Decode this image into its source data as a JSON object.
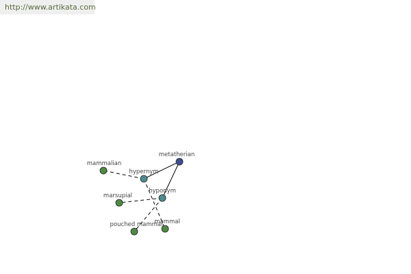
{
  "header": {
    "url": "http://www.artikata.com"
  },
  "colors": {
    "url_bar_bg": "#efefef",
    "url_text": "#5a6b3e",
    "center_node": "#3f4f8f",
    "relation_node": "#4d8c90",
    "word_node": "#4f8a45",
    "node_stroke": "#222222",
    "edge": "#000000"
  },
  "graph": {
    "nodes": [
      {
        "id": "metatherian",
        "label": "metatherian",
        "kind": "center"
      },
      {
        "id": "hypernym",
        "label": "hypernym",
        "kind": "relation"
      },
      {
        "id": "hyponym",
        "label": "hyponym",
        "kind": "relation"
      },
      {
        "id": "mammalian",
        "label": "mammalian",
        "kind": "word"
      },
      {
        "id": "marsupial",
        "label": "marsupial",
        "kind": "word"
      },
      {
        "id": "pouched-mammal",
        "label": "pouched mammal",
        "kind": "word"
      },
      {
        "id": "mammal",
        "label": "mammal",
        "kind": "word"
      }
    ],
    "edges": [
      {
        "from": "metatherian",
        "to": "hypernym",
        "style": "solid"
      },
      {
        "from": "metatherian",
        "to": "hyponym",
        "style": "solid"
      },
      {
        "from": "hypernym",
        "to": "mammalian",
        "style": "dashed"
      },
      {
        "from": "hypernym",
        "to": "mammal",
        "style": "dashed"
      },
      {
        "from": "hyponym",
        "to": "marsupial",
        "style": "dashed"
      },
      {
        "from": "hyponym",
        "to": "pouched-mammal",
        "style": "dashed"
      }
    ]
  }
}
